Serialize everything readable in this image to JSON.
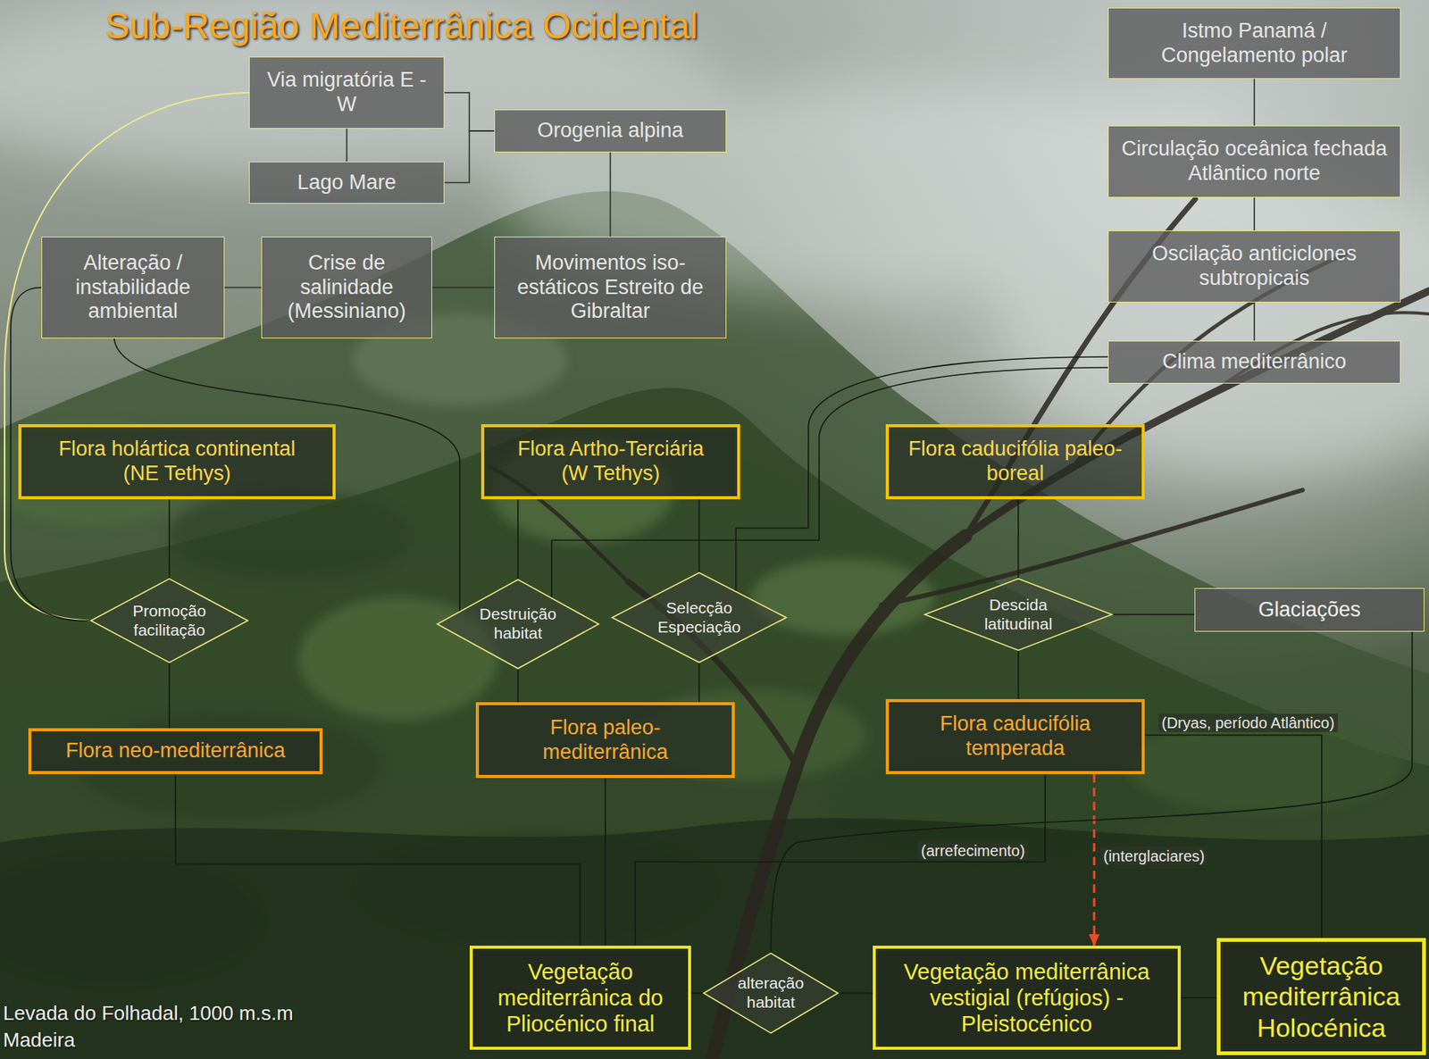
{
  "diagram": {
    "title": "Sub-Região Mediterrânica Ocidental",
    "nodes": [
      {
        "text": [
          "Via migratória E - W"
        ]
      },
      {
        "text": [
          "Orogenia alpina"
        ]
      },
      {
        "text": [
          "Lago Mare"
        ]
      },
      {
        "text": [
          "Istmo Panamá / Congelamento polar"
        ]
      },
      {
        "text": [
          "Circulação oceânica fechada Atlântico norte"
        ]
      },
      {
        "text": [
          "Oscilação anticiclones subtropicais"
        ]
      },
      {
        "text": [
          "Alteração / instabilidade ambiental"
        ]
      },
      {
        "text": [
          "Crise de salinidade (Messiniano)"
        ]
      },
      {
        "text": [
          "Movimentos iso-estáticos Estreito de Gibraltar"
        ]
      },
      {
        "text": [
          "Clima mediterrânico"
        ]
      },
      {
        "text": [
          "Flora holártica continental (NE Tethys)"
        ]
      },
      {
        "text": [
          "Flora Artho-Terciária (W Tethys)"
        ]
      },
      {
        "text": [
          "Flora caducifólia paleo-boreal"
        ]
      },
      {
        "text": [
          "Promoção facilitação"
        ]
      },
      {
        "text": [
          "Destruição habitat"
        ]
      },
      {
        "text": [
          "Selecção Especiação"
        ]
      },
      {
        "text": [
          "Descida latitudinal"
        ]
      },
      {
        "text": [
          "Glaciações"
        ]
      },
      {
        "text": [
          "Flora neo-mediterrânica"
        ]
      },
      {
        "text": [
          "Flora paleo-mediterrânica"
        ]
      },
      {
        "text": [
          "Flora caducifólia temperada"
        ]
      },
      {
        "text": [
          "Vegetação mediterrânica do Pliocénico final"
        ]
      },
      {
        "text": [
          "alteração habitat"
        ]
      },
      {
        "text": [
          "Vegetação mediterrânica vestigial (refúgios) - Pleistocénico"
        ]
      },
      {
        "text": [
          "Vegetação mediterrânica Holocénica"
        ]
      }
    ],
    "edges": [
      {
        "from": 0,
        "to": 2,
        "arrow": "none"
      },
      {
        "from": 0,
        "to": 1,
        "arrow": "none"
      },
      {
        "from": 2,
        "to": 1,
        "arrow": "none"
      },
      {
        "from": 1,
        "to": 8,
        "arrow": "none"
      },
      {
        "from": 3,
        "to": 4,
        "arrow": "none"
      },
      {
        "from": 4,
        "to": 5,
        "arrow": "none"
      },
      {
        "from": 5,
        "to": 9,
        "arrow": "none"
      },
      {
        "from": 6,
        "to": 7,
        "arrow": "none"
      },
      {
        "from": 7,
        "to": 8,
        "arrow": "none"
      },
      {
        "from": 0,
        "to": 13,
        "arrow": "none"
      },
      {
        "from": 6,
        "to": 13,
        "arrow": "none"
      },
      {
        "from": 6,
        "to": 14,
        "arrow": "none"
      },
      {
        "from": 9,
        "to": 14,
        "arrow": "none"
      },
      {
        "from": 9,
        "to": 15,
        "arrow": "none"
      },
      {
        "from": 10,
        "to": 13,
        "arrow": "none"
      },
      {
        "from": 11,
        "to": 14,
        "arrow": "none"
      },
      {
        "from": 11,
        "to": 15,
        "arrow": "none"
      },
      {
        "from": 12,
        "to": 16,
        "arrow": "none"
      },
      {
        "from": 17,
        "to": 16,
        "arrow": "none"
      },
      {
        "from": 13,
        "to": 18,
        "arrow": "none"
      },
      {
        "from": 14,
        "to": 19,
        "arrow": "none"
      },
      {
        "from": 15,
        "to": 19,
        "arrow": "none"
      },
      {
        "from": 16,
        "to": 20,
        "arrow": "none"
      },
      {
        "from": 18,
        "to": 21,
        "arrow": "none"
      },
      {
        "from": 19,
        "to": 21,
        "arrow": "none"
      },
      {
        "from": 20,
        "to": 21,
        "label": "(arrefecimento)",
        "arrow": "none"
      },
      {
        "from": 20,
        "to": 23,
        "label": "(interglaciares)",
        "arrow": "to"
      },
      {
        "from": 20,
        "to": 24,
        "label": "(Dryas, período Atlântico)",
        "arrow": "none"
      },
      {
        "from": 17,
        "to": 22,
        "arrow": "none"
      },
      {
        "from": 21,
        "to": 22,
        "arrow": "none"
      },
      {
        "from": 22,
        "to": 23,
        "arrow": "none"
      },
      {
        "from": 23,
        "to": 24,
        "arrow": "none"
      }
    ],
    "labels": [
      "Levada do Folhadal, 1000 m.s.m",
      "Madeira"
    ]
  }
}
